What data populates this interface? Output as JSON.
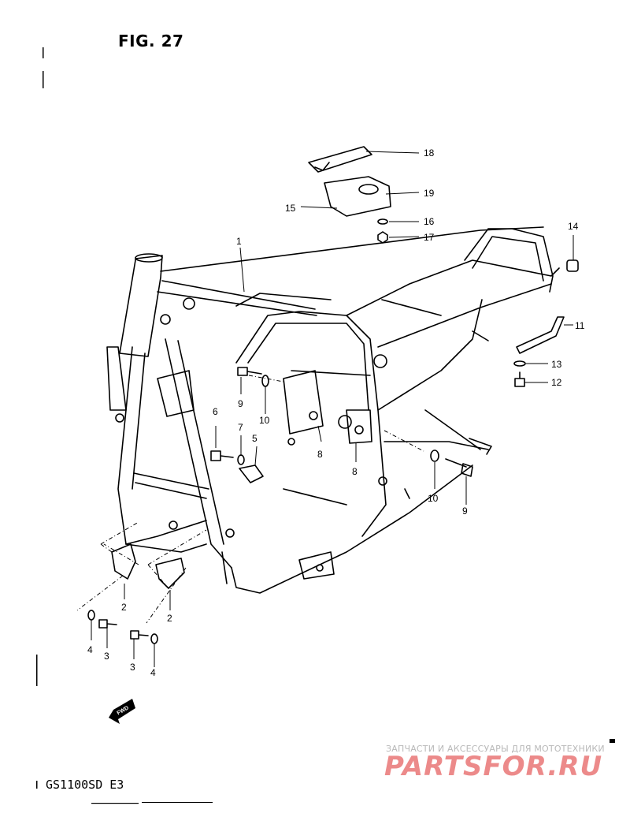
{
  "figure": {
    "title": "FIG. 27",
    "model": "GS1100SD  E3"
  },
  "watermark": {
    "tagline": "ЗАПЧАСТИ И АКСЕССУАРЫ ДЛЯ МОТОТЕХНИКИ",
    "logo": "PARTSFOR.RU"
  },
  "direction_marker": "FWD",
  "callouts": [
    {
      "id": "c1",
      "label": "1"
    },
    {
      "id": "c18",
      "label": "18"
    },
    {
      "id": "c19",
      "label": "19"
    },
    {
      "id": "c15",
      "label": "15"
    },
    {
      "id": "c16",
      "label": "16"
    },
    {
      "id": "c17",
      "label": "17"
    },
    {
      "id": "c14",
      "label": "14"
    },
    {
      "id": "c11",
      "label": "11"
    },
    {
      "id": "c13",
      "label": "13"
    },
    {
      "id": "c12",
      "label": "12"
    },
    {
      "id": "c9a",
      "label": "9"
    },
    {
      "id": "c10a",
      "label": "10"
    },
    {
      "id": "c6",
      "label": "6"
    },
    {
      "id": "c7",
      "label": "7"
    },
    {
      "id": "c5",
      "label": "5"
    },
    {
      "id": "c8a",
      "label": "8"
    },
    {
      "id": "c8b",
      "label": "8"
    },
    {
      "id": "c10b",
      "label": "10"
    },
    {
      "id": "c9b",
      "label": "9"
    },
    {
      "id": "c2a",
      "label": "2"
    },
    {
      "id": "c2b",
      "label": "2"
    },
    {
      "id": "c4a",
      "label": "4"
    },
    {
      "id": "c3a",
      "label": "3"
    },
    {
      "id": "c3b",
      "label": "3"
    },
    {
      "id": "c4b",
      "label": "4"
    }
  ],
  "colors": {
    "line": "#000000",
    "watermark_text": "#b9b9b9",
    "watermark_logo": "#ec8a8a"
  }
}
